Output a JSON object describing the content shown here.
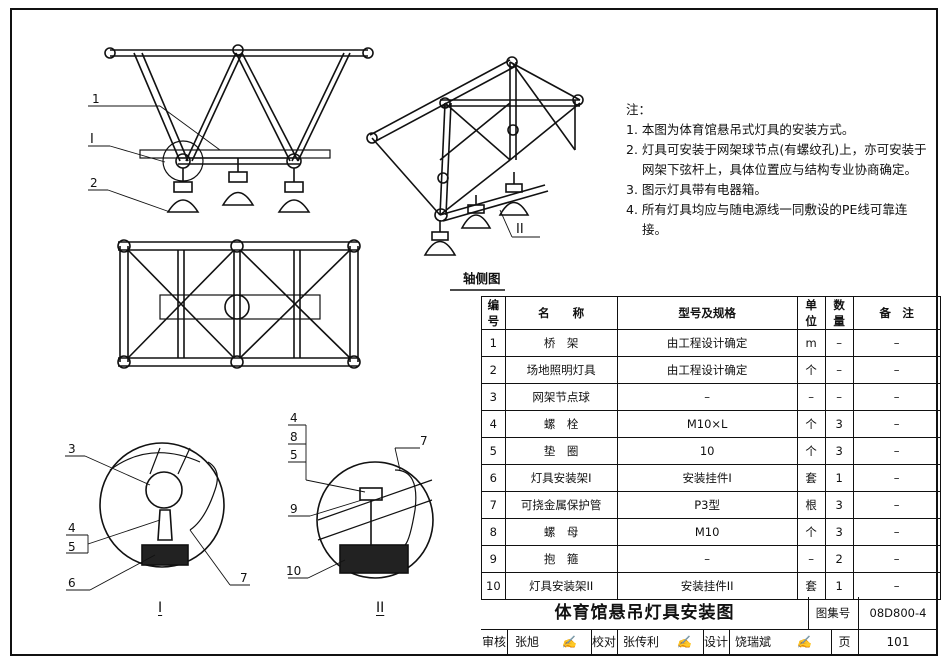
{
  "notes": {
    "title": "注：",
    "items": [
      "1. 本图为体育馆悬吊式灯具的安装方式。",
      "2. 灯具可安装于网架球节点(有螺纹孔)上，亦可安装于网架下弦杆上，具体位置应与结构专业协商确定。",
      "3. 图示灯具带有电器箱。",
      "4. 所有灯具均应与随电源线一同敷设的PE线可靠连接。"
    ]
  },
  "axonometric_caption": "轴侧图",
  "callouts": {
    "top_1": "1",
    "top_I": "I",
    "top_2": "2",
    "top_II": "II",
    "d1_3": "3",
    "d1_4": "4",
    "d1_5": "5",
    "d1_6": "6",
    "d1_7": "7",
    "d2_4": "4",
    "d2_8": "8",
    "d2_5": "5",
    "d2_7": "7",
    "d2_9": "9",
    "d2_10": "10",
    "detail_I_label": "I",
    "detail_II_label": "II"
  },
  "table": {
    "headers": [
      "编号",
      "名　　称",
      "型号及规格",
      "单位",
      "数量",
      "备　注"
    ],
    "rows": [
      [
        "1",
        "桥　架",
        "由工程设计确定",
        "m",
        "–",
        "–"
      ],
      [
        "2",
        "场地照明灯具",
        "由工程设计确定",
        "个",
        "–",
        "–"
      ],
      [
        "3",
        "网架节点球",
        "–",
        "–",
        "–",
        "–"
      ],
      [
        "4",
        "螺　栓",
        "M10×L",
        "个",
        "3",
        "–"
      ],
      [
        "5",
        "垫　圈",
        "10",
        "个",
        "3",
        "–"
      ],
      [
        "6",
        "灯具安装架Ⅰ",
        "安装挂件Ⅰ",
        "套",
        "1",
        "–"
      ],
      [
        "7",
        "可挠金属保护管",
        "P3型",
        "根",
        "3",
        "–"
      ],
      [
        "8",
        "螺　母",
        "M10",
        "个",
        "3",
        "–"
      ],
      [
        "9",
        "抱　箍",
        "–",
        "–",
        "2",
        "–"
      ],
      [
        "10",
        "灯具安装架II",
        "安装挂件II",
        "套",
        "1",
        "–"
      ]
    ]
  },
  "title_block": {
    "title": "体育馆悬吊灯具安装图",
    "atlas_label": "图集号",
    "atlas_no": "08D800-4",
    "review_label": "审核",
    "reviewer": "张旭",
    "check_label": "校对",
    "checker": "张传利",
    "design_label": "设计",
    "designer": "饶瑞斌",
    "page_label": "页",
    "page_no": "101"
  }
}
